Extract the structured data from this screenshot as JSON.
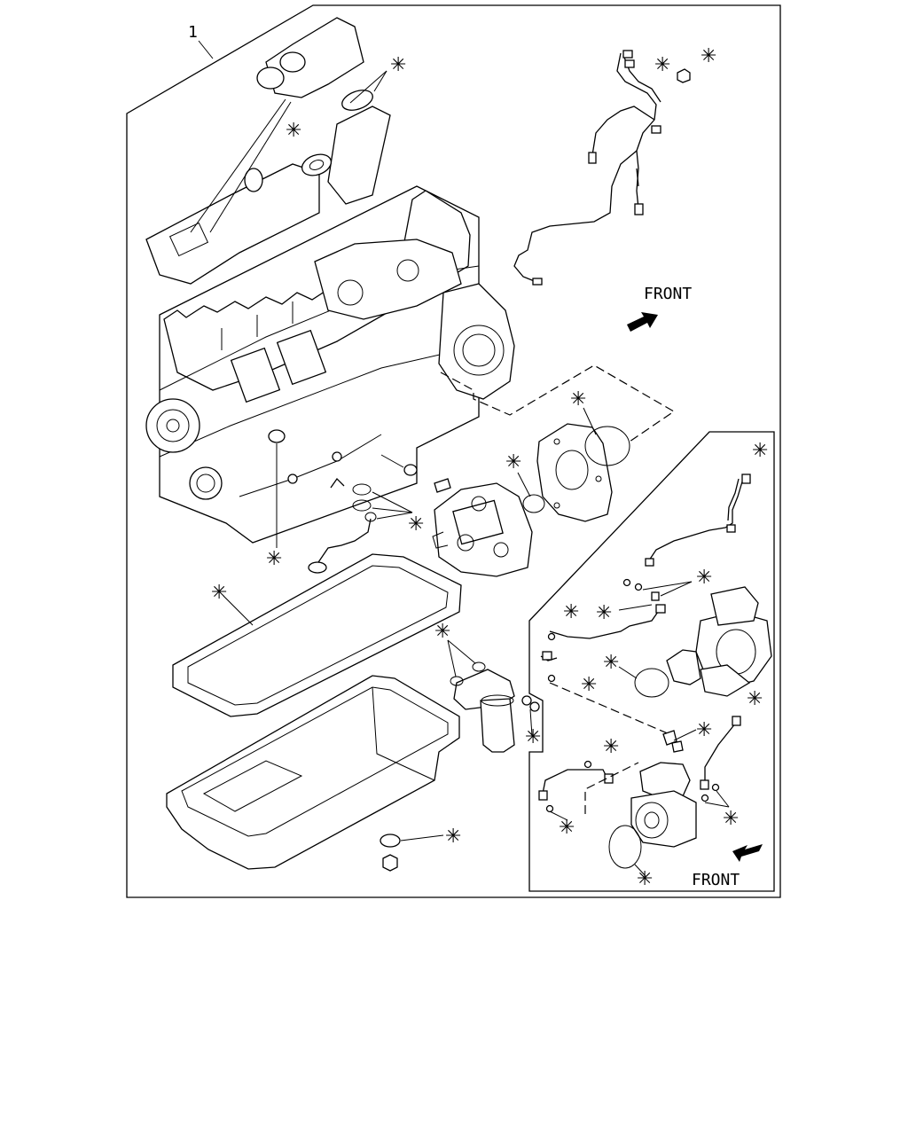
{
  "diagram": {
    "item_number": "1",
    "front_label_main": "FRONT",
    "front_label_inset": "FRONT",
    "kit_marker_symbol": "✳",
    "icons": [
      "front-arrow-icon",
      "kit-asterisk-icon"
    ]
  }
}
